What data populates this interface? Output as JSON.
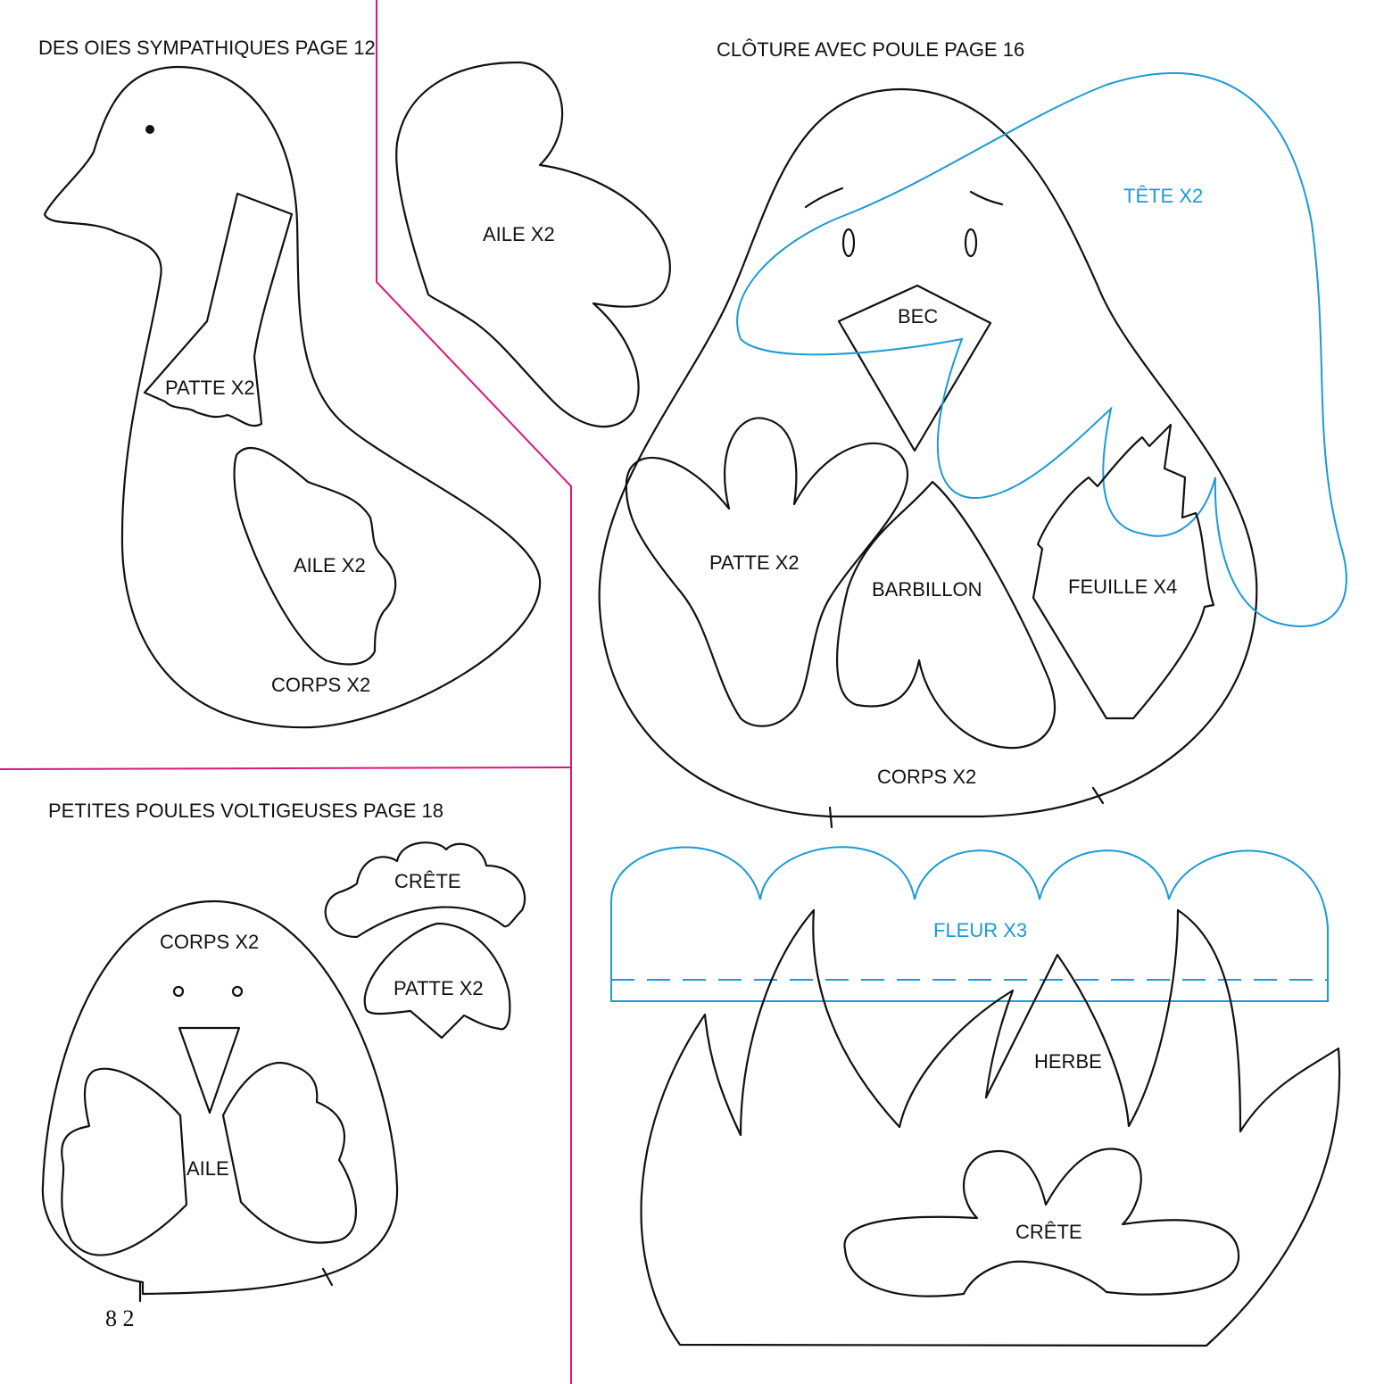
{
  "page_number": "8 2",
  "colors": {
    "divider": "#d9167e",
    "blue_pattern": "#1a9ad6",
    "outline": "#111111"
  },
  "sections": {
    "oies": {
      "title": "DES OIES SYMPATHIQUES PAGE 12",
      "labels": {
        "patte": "PATTE X2",
        "aile_body": "AILE X2",
        "corps": "CORPS X2",
        "aile_top": "AILE X2"
      }
    },
    "cloture": {
      "title": "CLÔTURE AVEC POULE PAGE 16",
      "labels": {
        "tete": "TÊTE X2",
        "bec": "BEC",
        "patte": "PATTE X2",
        "barbillon": "BARBILLON",
        "feuille": "FEUILLE X4",
        "corps": "CORPS X2",
        "fleur": "FLEUR X3",
        "herbe": "HERBE",
        "crete": "CRÊTE"
      }
    },
    "poules": {
      "title": "PETITES POULES VOLTIGEUSES PAGE 18",
      "labels": {
        "crete": "CRÊTE",
        "corps": "CORPS X2",
        "patte": "PATTE X2",
        "aile": "AILE"
      }
    }
  }
}
